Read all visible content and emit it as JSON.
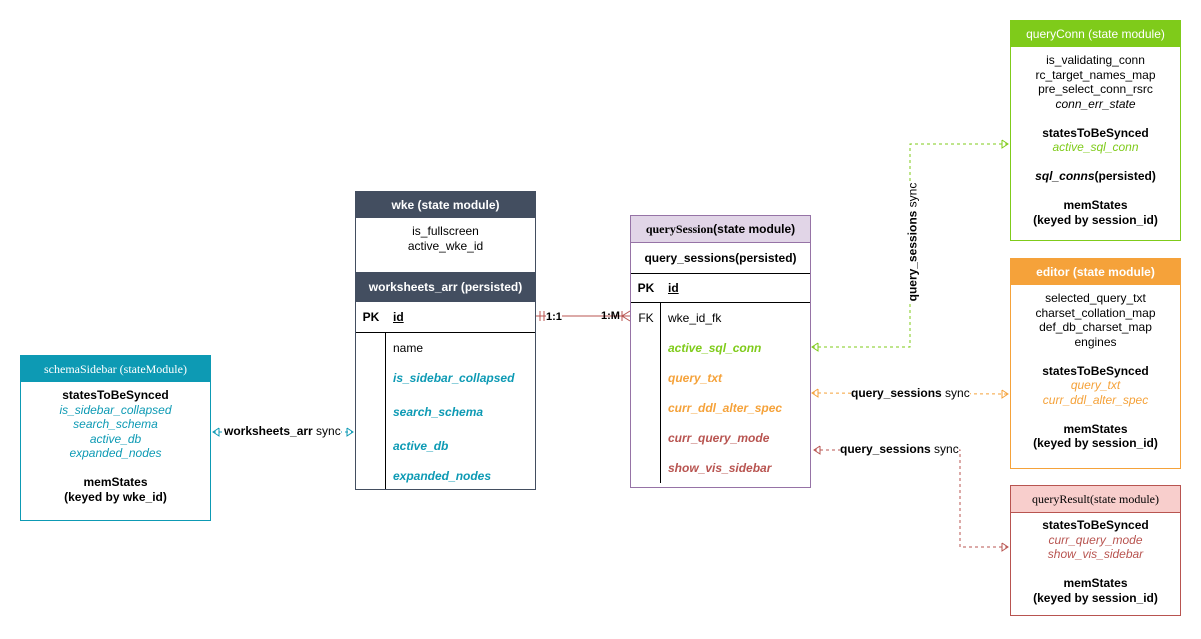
{
  "colors": {
    "wke_header": "#434e60",
    "session_header": "#e1d5e7",
    "session_border": "#9673a6",
    "sidebar": "#0d9ab4",
    "queryconn": "#7fcb1a",
    "editor": "#f5a23a",
    "result_header": "#f8cecc",
    "result_border": "#b85450",
    "mode_red": "#b85450"
  },
  "schema_sidebar": {
    "title": "schemaSidebar (stateModule)",
    "synced_heading": "statesToBeSynced",
    "synced": [
      "is_sidebar_collapsed",
      "search_schema",
      "active_db",
      "expanded_nodes"
    ],
    "mem_heading": "memStates",
    "mem_keyed": "(keyed by wke_id)"
  },
  "wke": {
    "title": "wke (state module)",
    "fields": [
      "is_fullscreen",
      "active_wke_id"
    ],
    "table_title": "worksheets_arr (persisted)",
    "pk_label": "PK",
    "pk_field": "id",
    "rows": [
      "name",
      "is_sidebar_collapsed",
      "search_schema",
      "active_db",
      "expanded_nodes"
    ]
  },
  "query_session": {
    "title_a": "querySession",
    "title_b": " (state module)",
    "subtitle": "query_sessions(persisted)",
    "pk_label": "PK",
    "pk_field": "id",
    "fk_label": "FK",
    "fk_field": "wke_id_fk",
    "rows": [
      "active_sql_conn",
      "query_txt",
      "curr_ddl_alter_spec",
      "curr_query_mode",
      "show_vis_sidebar"
    ]
  },
  "query_conn": {
    "title": "queryConn (state module)",
    "fields": [
      "is_validating_conn",
      "rc_target_names_map",
      "pre_select_conn_rsrc"
    ],
    "italic_field": "conn_err_state",
    "synced_heading": "statesToBeSynced",
    "synced": [
      "active_sql_conn"
    ],
    "persisted_name": "sql_conns",
    "persisted_suffix": "(persisted)",
    "mem_heading": "memStates",
    "mem_keyed": "(keyed by session_id)"
  },
  "editor": {
    "title": "editor (state module)",
    "fields": [
      "selected_query_txt",
      "charset_collation_map",
      "def_db_charset_map",
      "engines"
    ],
    "synced_heading": "statesToBeSynced",
    "synced": [
      "query_txt",
      "curr_ddl_alter_spec"
    ],
    "mem_heading": "memStates",
    "mem_keyed": "(keyed by session_id)"
  },
  "query_result": {
    "title_a": "queryResult",
    "title_b": " (state module)",
    "synced_heading": "statesToBeSynced",
    "synced": [
      "curr_query_mode",
      "show_vis_sidebar"
    ],
    "mem_heading": "memStates",
    "mem_keyed": "(keyed by session_id)"
  },
  "edges": {
    "worksheets_sync": {
      "bold": "worksheets_arr",
      "rest": " sync"
    },
    "cardinality_left": "1:1",
    "cardinality_right": "1:M",
    "conn_sync": {
      "bold": "query_sessions",
      "rest": " sync"
    },
    "editor_sync": {
      "bold": "query_sessions",
      "rest": " sync"
    },
    "result_sync": {
      "bold": "query_sessions",
      "rest": " sync"
    }
  }
}
